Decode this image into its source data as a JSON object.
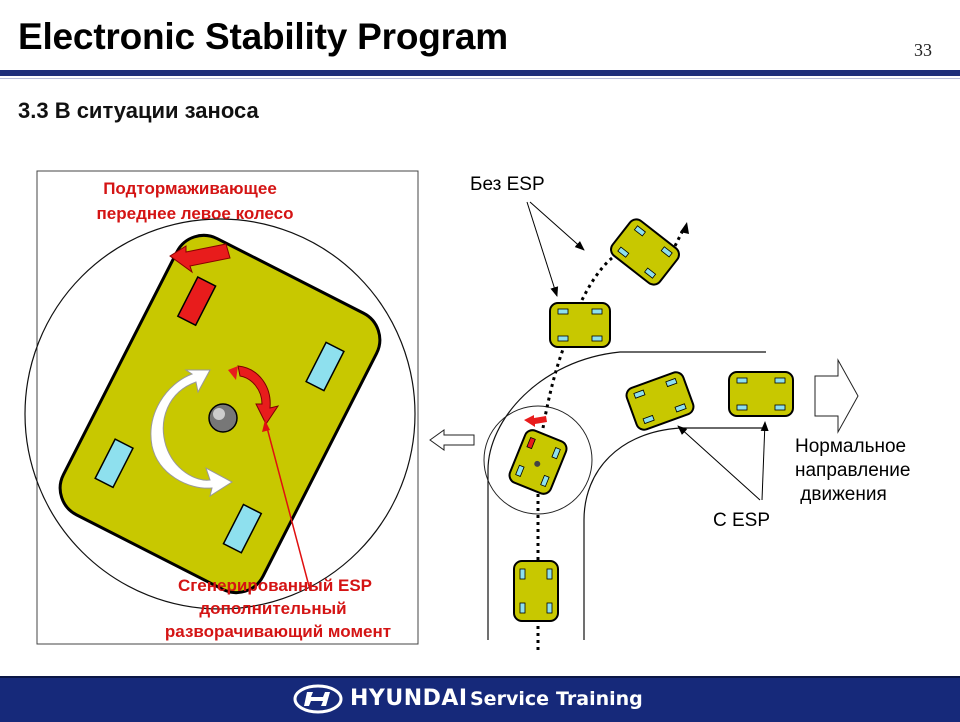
{
  "header": {
    "title": "Electronic Stability Program",
    "page_number": "33"
  },
  "section": {
    "heading": "3.3 В ситуации заноса"
  },
  "left_panel": {
    "top_label_line1": "Подтормаживающее",
    "top_label_line2": "переднее левое колесо",
    "bottom_label_line1": "Сгенерированный ESP",
    "bottom_label_line2": "дополнительный",
    "bottom_label_line3": "разворачивающий момент"
  },
  "right_panel": {
    "without_esp_label": "Без ESP",
    "with_esp_label": "С ESP",
    "normal_direction_line1": "Нормальное",
    "normal_direction_line2": "направление",
    "normal_direction_line3": " движения"
  },
  "colors": {
    "car_body": "#c8c800",
    "window": "#8ee0ee",
    "brake_red": "#e81c1c",
    "label_red": "#d41414",
    "footer_blue": "#16297a"
  },
  "icons": {
    "footer_logo": "hyundai-logo-icon"
  },
  "footer": {
    "brand": "HYUNDAI",
    "service": "Service",
    "training": "Training"
  }
}
